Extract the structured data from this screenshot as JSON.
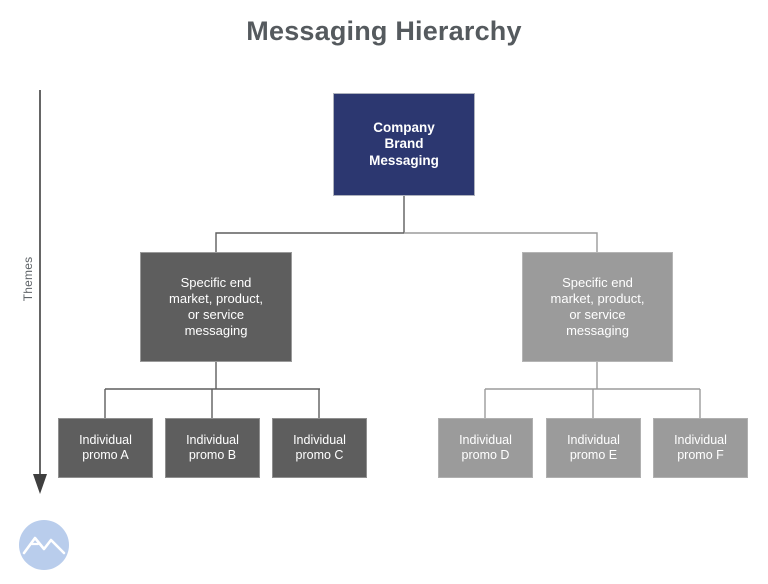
{
  "slide": {
    "title": "Messaging Hierarchy",
    "background_color": "#ffffff",
    "title_color": "#555a5e"
  },
  "axis": {
    "label": "Themes",
    "direction": "downward-arrow",
    "color": "#5f6468"
  },
  "palette": {
    "root_navy": "#2c3770",
    "dark_gray": "#5e5e5e",
    "light_gray": "#9b9b9b",
    "connector_dark": "#5e5e5e",
    "connector_light": "#9b9b9b",
    "logo_blue": "#b9cdec"
  },
  "chart_data": {
    "type": "diagram",
    "title": "Messaging Hierarchy",
    "levels": 3,
    "nodes": [
      {
        "id": "root",
        "label": "Company\nBrand\nMessaging",
        "level": 1,
        "color": "#2c3770"
      },
      {
        "id": "mid-left",
        "label": "Specific end\nmarket, product,\nor service\nmessaging",
        "level": 2,
        "color": "#5e5e5e"
      },
      {
        "id": "mid-right",
        "label": "Specific end\nmarket, product,\nor service\nmessaging",
        "level": 2,
        "color": "#9b9b9b"
      },
      {
        "id": "leaf-a",
        "label": "Individual\npromo A",
        "level": 3,
        "color": "#5e5e5e"
      },
      {
        "id": "leaf-b",
        "label": "Individual\npromo B",
        "level": 3,
        "color": "#5e5e5e"
      },
      {
        "id": "leaf-c",
        "label": "Individual\npromo C",
        "level": 3,
        "color": "#5e5e5e"
      },
      {
        "id": "leaf-d",
        "label": "Individual\npromo D",
        "level": 3,
        "color": "#9b9b9b"
      },
      {
        "id": "leaf-e",
        "label": "Individual\npromo E",
        "level": 3,
        "color": "#9b9b9b"
      },
      {
        "id": "leaf-f",
        "label": "Individual\npromo F",
        "level": 3,
        "color": "#9b9b9b"
      }
    ],
    "edges": [
      {
        "from": "root",
        "to": "mid-left"
      },
      {
        "from": "root",
        "to": "mid-right"
      },
      {
        "from": "mid-left",
        "to": "leaf-a"
      },
      {
        "from": "mid-left",
        "to": "leaf-b"
      },
      {
        "from": "mid-left",
        "to": "leaf-c"
      },
      {
        "from": "mid-right",
        "to": "leaf-d"
      },
      {
        "from": "mid-right",
        "to": "leaf-e"
      },
      {
        "from": "mid-right",
        "to": "leaf-f"
      }
    ]
  },
  "logo": {
    "name": "mountain-logo",
    "circle_color": "#b9cdec",
    "mark_color": "#ffffff"
  }
}
